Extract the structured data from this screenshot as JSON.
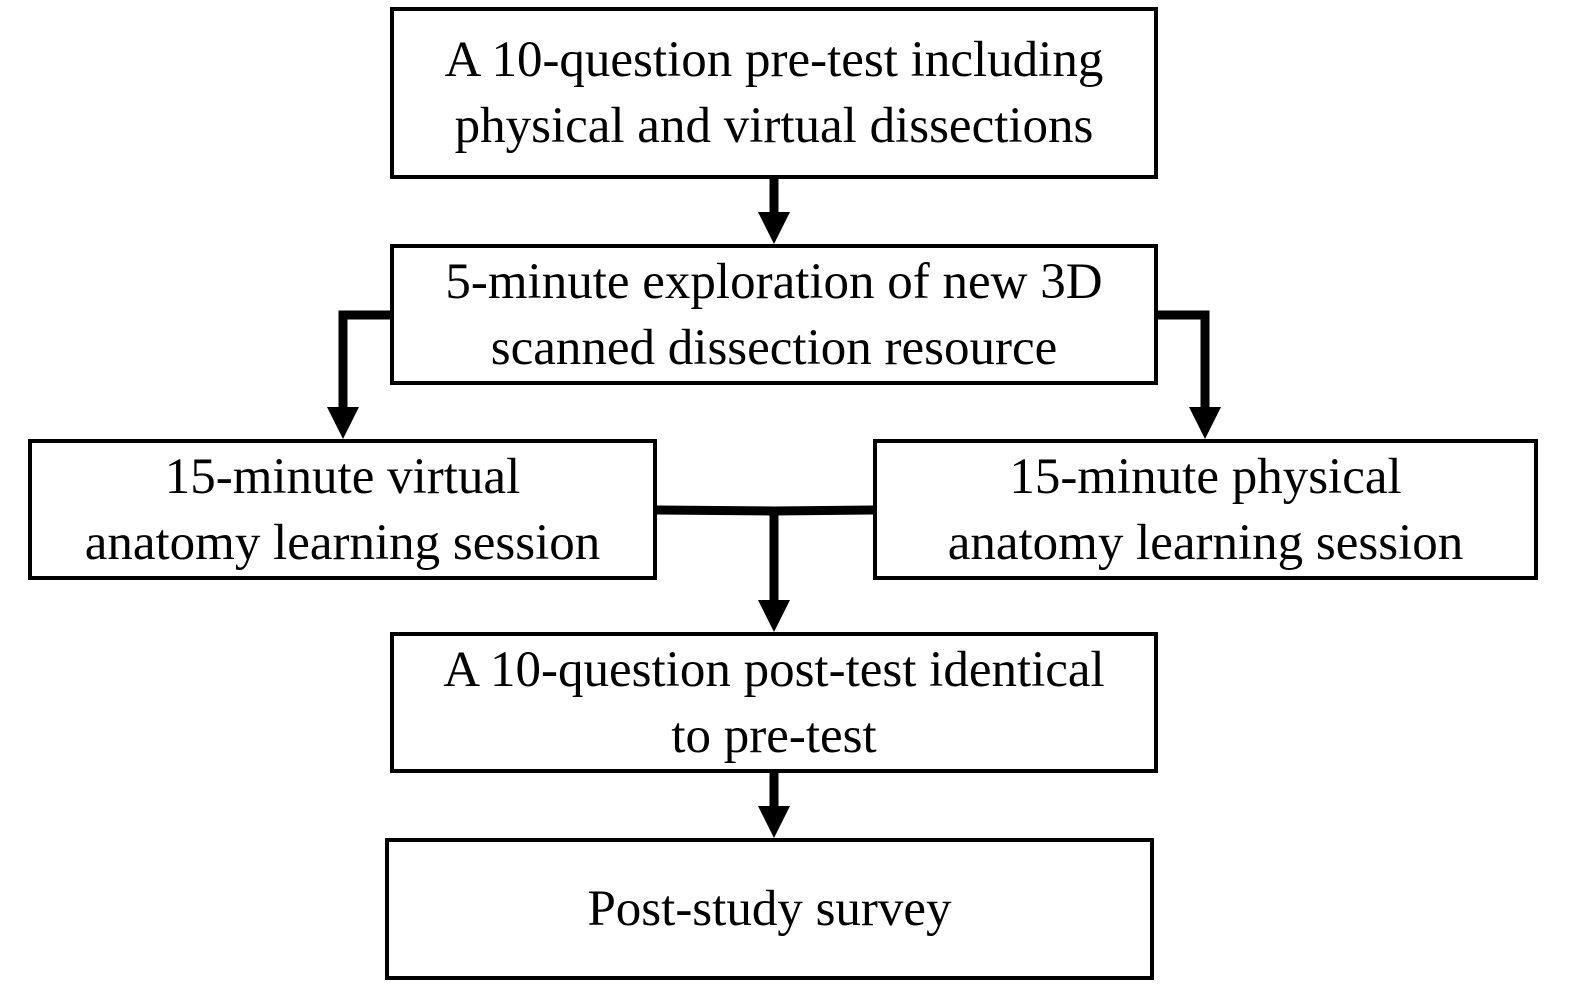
{
  "diagram": {
    "stroke_color": "#000000",
    "fill_color": "#ffffff",
    "nodes": {
      "pretest": {
        "line1": "A 10-question pre-test including",
        "line2": "physical and virtual dissections"
      },
      "explore": {
        "line1": "5-minute exploration of new 3D",
        "line2": "scanned dissection resource"
      },
      "virtual_session": {
        "line1": "15-minute virtual",
        "line2": "anatomy learning session"
      },
      "physical_session": {
        "line1": "15-minute physical",
        "line2": "anatomy learning session"
      },
      "posttest": {
        "line1": "A 10-question post-test identical",
        "line2": "to pre-test"
      },
      "survey": {
        "line1": "Post-study survey"
      }
    },
    "edges": [
      {
        "from": "pretest",
        "to": "explore"
      },
      {
        "from": "explore",
        "to": "virtual_session"
      },
      {
        "from": "explore",
        "to": "physical_session"
      },
      {
        "from": "virtual_session",
        "to": "posttest"
      },
      {
        "from": "physical_session",
        "to": "posttest"
      },
      {
        "from": "posttest",
        "to": "survey"
      }
    ]
  }
}
